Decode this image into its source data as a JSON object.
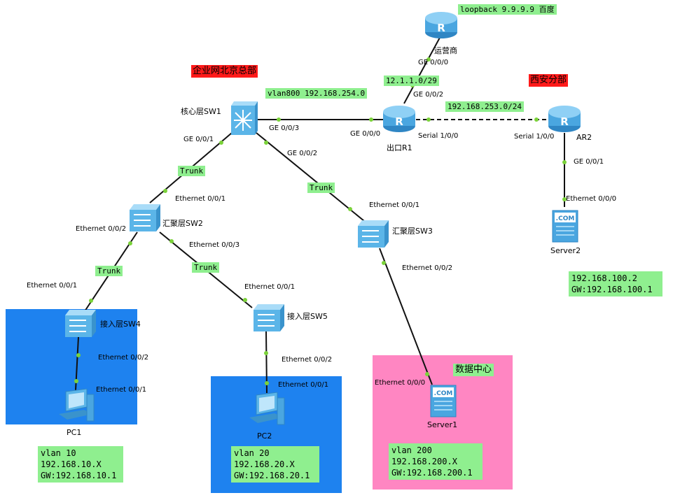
{
  "colors": {
    "link": "#111111",
    "dot": "#7bd23a",
    "router": "#4aa6e0",
    "switch": "#5bb5e8",
    "zone_blue": "#1e82ef",
    "zone_pink": "#ff86c2",
    "label_green": "#8fef8f",
    "label_red": "#ff1a1a"
  },
  "headers": {
    "hq": "企业网北京总部",
    "xian": "西安分部",
    "datacenter": "数据中心"
  },
  "devices": {
    "isp": "运营商",
    "core": "核心层SW1",
    "r1": "出口R1",
    "ar2": "AR2",
    "sw2": "汇聚层SW2",
    "sw3": "汇聚层SW3",
    "sw4": "接入层SW4",
    "sw5": "接入层SW5",
    "pc1": "PC1",
    "pc2": "PC2",
    "server1": "Server1",
    "server2": "Server2"
  },
  "ports": {
    "isp_ge000": "GE 0/0/0",
    "r1_ge002": "GE 0/0/2",
    "r1_ge000": "GE 0/0/0",
    "r1_serial": "Serial 1/0/0",
    "ar2_serial": "Serial 1/0/0",
    "ar2_ge001": "GE 0/0/1",
    "sw1_ge003": "GE 0/0/3",
    "sw1_ge001": "GE 0/0/1",
    "sw1_ge002": "GE 0/0/2",
    "sw2_eth001": "Ethernet 0/0/1",
    "sw2_eth002": "Ethernet 0/0/2",
    "sw2_eth003": "Ethernet 0/0/3",
    "sw3_eth001": "Ethernet 0/0/1",
    "sw3_eth002": "Ethernet 0/0/2",
    "sw4_eth001": "Ethernet 0/0/1",
    "sw4_eth002": "Ethernet 0/0/2",
    "pc1_eth001": "Ethernet 0/0/1",
    "sw5_eth001": "Ethernet 0/0/1",
    "sw5_eth002": "Ethernet 0/0/2",
    "pc2_eth001": "Ethernet 0/0/1",
    "server1_eth000": "Ethernet 0/0/0",
    "server2_eth000": "Ethernet 0/0/0"
  },
  "link_labels": {
    "loopback": "loopback 9.9.9.9 百度",
    "isp_net": "12.1.1.0/29",
    "vlan800": "vlan800 192.168.254.0",
    "wan_net": "192.168.253.0/24",
    "trunk1": "Trunk",
    "trunk2": "Trunk",
    "trunk3": "Trunk",
    "trunk4": "Trunk"
  },
  "info": {
    "pc1": [
      "vlan 10",
      "192.168.10.X",
      "GW:192.168.10.1"
    ],
    "pc2": [
      "vlan 20",
      "192.168.20.X",
      "GW:192.168.20.1"
    ],
    "server1": [
      "vlan 200",
      "192.168.200.X",
      "GW:192.168.200.1"
    ],
    "server2": [
      "192.168.100.2",
      "GW:192.168.100.1"
    ]
  },
  "icons": {
    "router": "router-icon",
    "switch": "switch-icon",
    "l3switch": "l3-switch-icon",
    "pc": "pc-icon",
    "server": "server-icon"
  }
}
